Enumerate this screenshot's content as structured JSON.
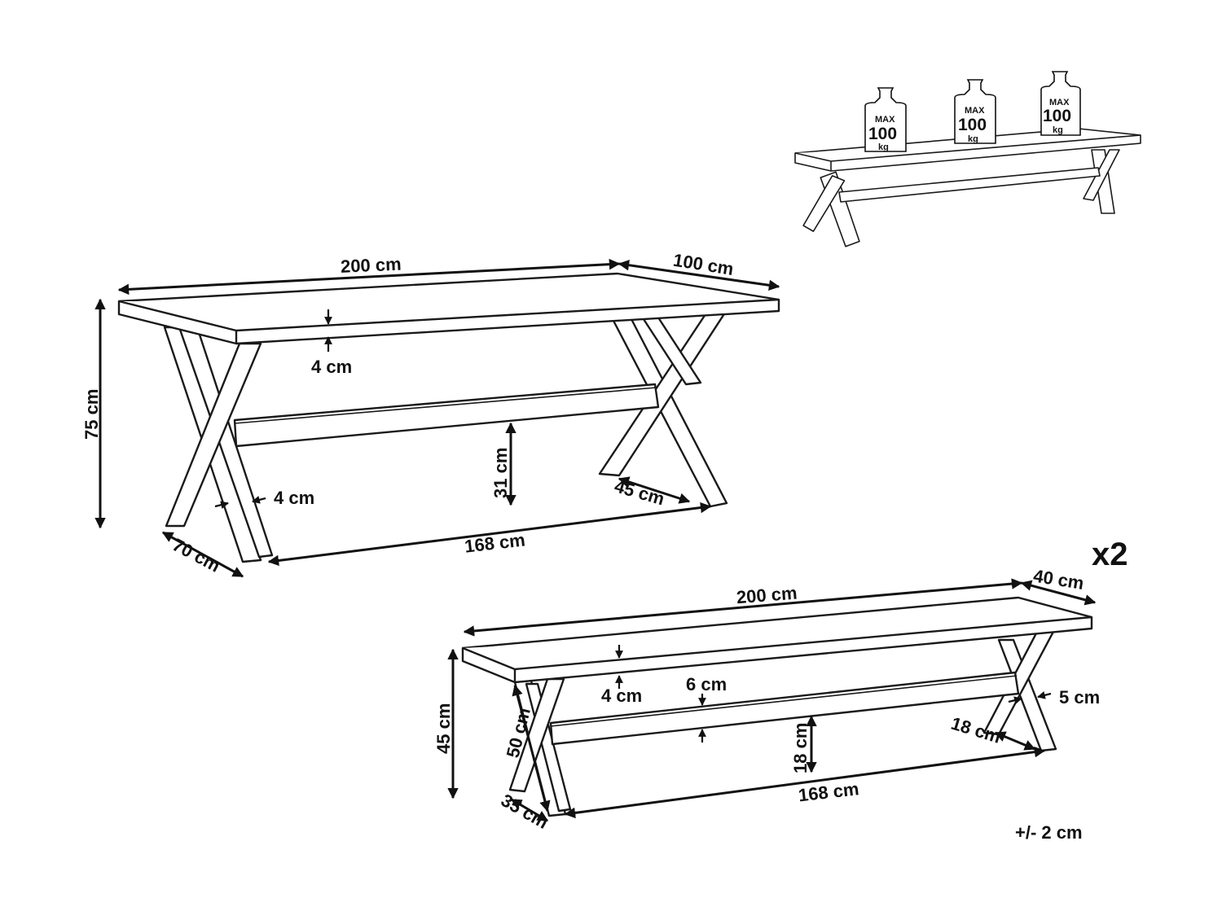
{
  "table": {
    "width_label": "200 cm",
    "depth_label": "100 cm",
    "height_label": "75 cm",
    "top_thickness_label": "4 cm",
    "shelf_height_label": "31 cm",
    "leg_width_label": "4 cm",
    "leg_foot_label": "45 cm",
    "leg_span_label": "168 cm",
    "leg_depth_label": "70 cm"
  },
  "bench": {
    "quantity_label": "x2",
    "width_label": "200 cm",
    "depth_label": "40 cm",
    "height_label": "45 cm",
    "top_thickness_label": "4 cm",
    "beam_label": "6 cm",
    "leg_height_label": "50 cm",
    "shelf_height_label": "18 cm",
    "leg_width_label": "5 cm",
    "leg_foot_label": "18 cm",
    "leg_span_label": "168 cm",
    "leg_depth_label": "35 cm"
  },
  "load": {
    "weights": [
      {
        "max": "MAX",
        "value": "100",
        "unit": "kg"
      },
      {
        "max": "MAX",
        "value": "100",
        "unit": "kg"
      },
      {
        "max": "MAX",
        "value": "100",
        "unit": "kg"
      }
    ]
  },
  "tolerance_label": "+/- 2 cm"
}
